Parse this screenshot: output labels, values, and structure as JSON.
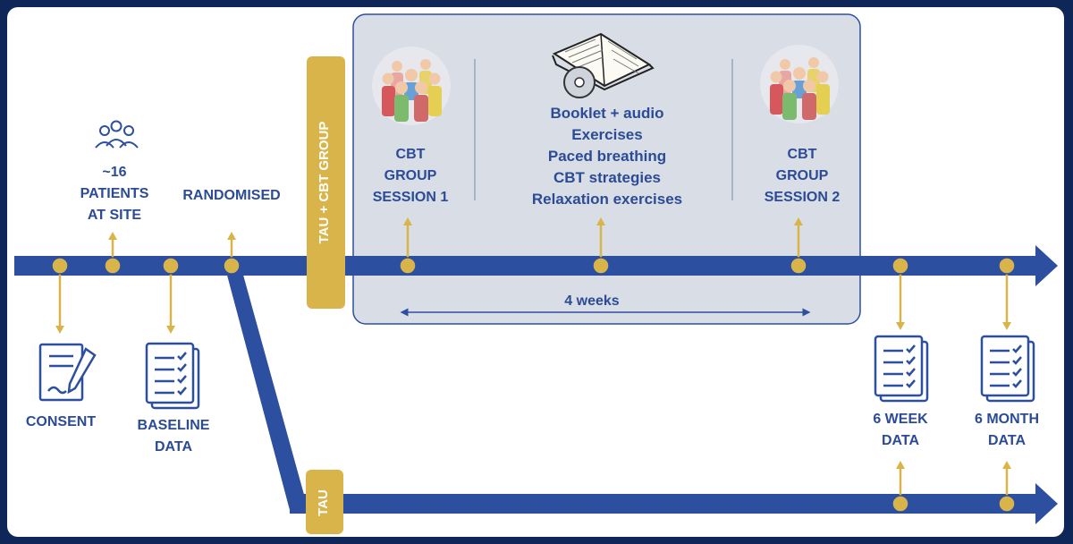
{
  "timeline": {
    "patients_label": "~16\nPATIENTS\nAT SITE",
    "randomised_label": "RANDOMISED",
    "consent_label": "CONSENT",
    "baseline_label": "BASELINE\nDATA",
    "six_week_label": "6 WEEK\nDATA",
    "six_month_label": "6 MONTH\nDATA"
  },
  "arms": {
    "intervention_tag": "TAU + CBT GROUP",
    "control_tag": "TAU"
  },
  "intervention_box": {
    "session1_label": "CBT\nGROUP\nSESSION 1",
    "session2_label": "CBT\nGROUP\nSESSION 2",
    "home_items": "Booklet + audio\nExercises\nPaced breathing\nCBT strategies\nRelaxation exercises",
    "duration_label": "4 weeks"
  },
  "colors": {
    "background": "#0e2658",
    "arrow_blue": "#2d4fa0",
    "gold": "#d9b44a",
    "box_fill": "#d8dde6",
    "text_blue": "#2c4b96"
  },
  "icons": [
    "people-group-icon",
    "consent-form-icon",
    "checklist-icon",
    "booklet-cd-icon",
    "cbt-group-icon"
  ]
}
